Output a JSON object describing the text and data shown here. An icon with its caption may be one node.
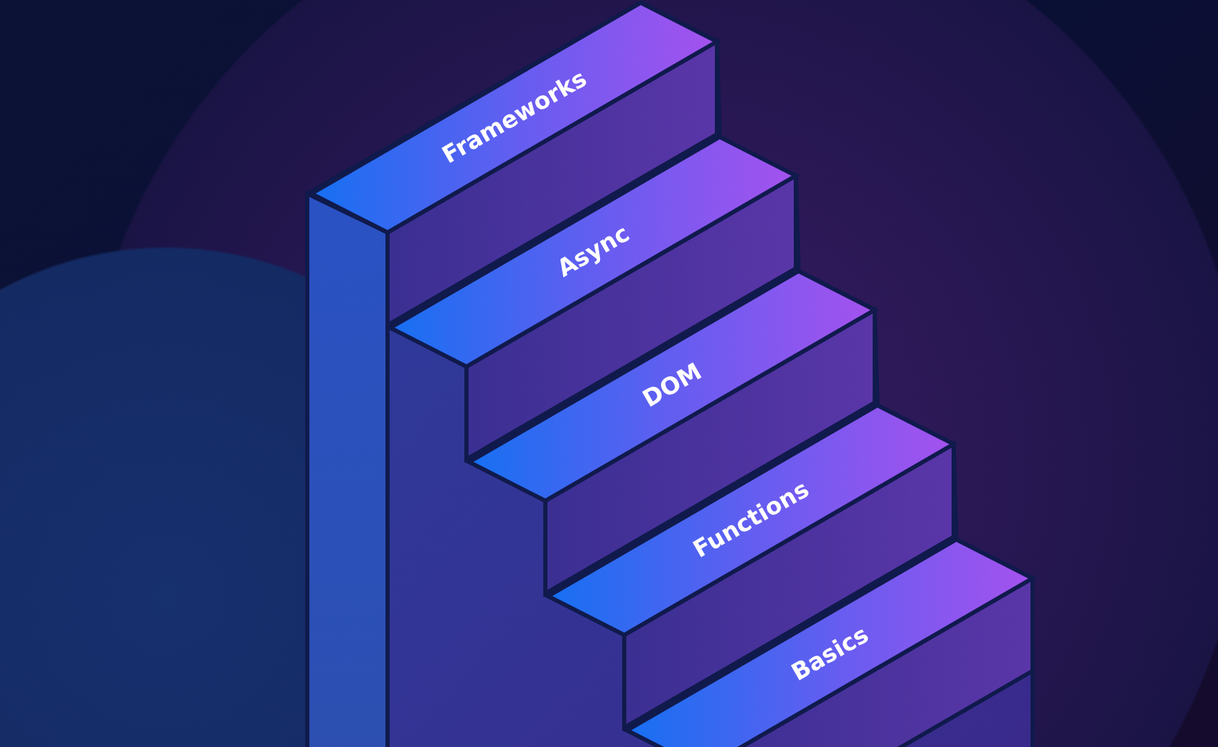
{
  "diagram": {
    "nodes": [
      {
        "text": [
          "Frameworks"
        ]
      },
      {
        "text": [
          "Async"
        ]
      },
      {
        "text": [
          "DOM"
        ]
      },
      {
        "text": [
          "Functions"
        ]
      },
      {
        "text": [
          "Basics"
        ]
      }
    ]
  }
}
